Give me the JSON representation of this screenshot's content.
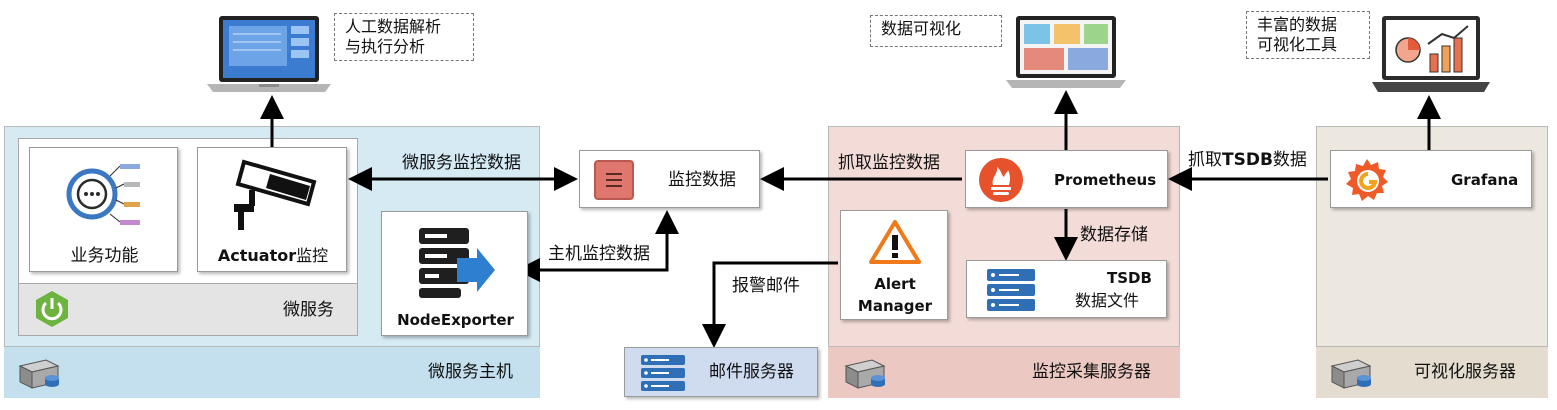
{
  "colors": {
    "microservice_host_bg": "#d6eaf4",
    "monitor_server_bg": "#f3dcd8",
    "visual_server_bg": "#ede8df",
    "microservice_inner_bg": "#e4e4e4",
    "mail_server_bg": "#cfdcf0",
    "arrow": "#000000",
    "server_icon_blue": "#2f6fb6",
    "prometheus_orange": "#e6522c",
    "grafana_orange": "#f05a28",
    "spring_green": "#6db33f"
  },
  "zones": {
    "microservice_host": "微服务主机",
    "monitor_server": "监控采集服务器",
    "visual_server": "可视化服务器",
    "microservice": "微服务"
  },
  "nodes": {
    "business": "业务功能",
    "actuator_bold": "Actuator",
    "actuator_rest": "监控",
    "node_exporter": "NodeExporter",
    "monitor_data": "监控数据",
    "prometheus": "Prometheus",
    "grafana": "Grafana",
    "alert_line1": "Alert",
    "alert_line2": "Manager",
    "tsdb_line1": "TSDB",
    "tsdb_line2": "数据文件",
    "mail_server": "邮件服务器"
  },
  "edges": {
    "ms_monitor_data": "微服务监控数据",
    "host_monitor_data": "主机监控数据",
    "scrape_monitor_data": "抓取监控数据",
    "scrape_tsdb_prefix": "抓取",
    "scrape_tsdb_bold": "TSDB",
    "scrape_tsdb_suffix": "数据",
    "data_storage": "数据存储",
    "alert_mail": "报警邮件"
  },
  "callouts": {
    "manual_line1": "人工数据解析",
    "manual_line2": "与执行分析",
    "visualize": "数据可视化",
    "rich_line1": "丰富的数据",
    "rich_line2": "可视化工具"
  },
  "icons": [
    "laptop-icon",
    "cctv-camera-icon",
    "microservice-diagram-icon",
    "spring-power-icon",
    "server-stack-icon",
    "list-doc-icon",
    "prometheus-flame-icon",
    "grafana-gear-icon",
    "warning-triangle-icon",
    "server-rack-icon",
    "dashboard-laptop-icon",
    "analytics-laptop-icon"
  ]
}
